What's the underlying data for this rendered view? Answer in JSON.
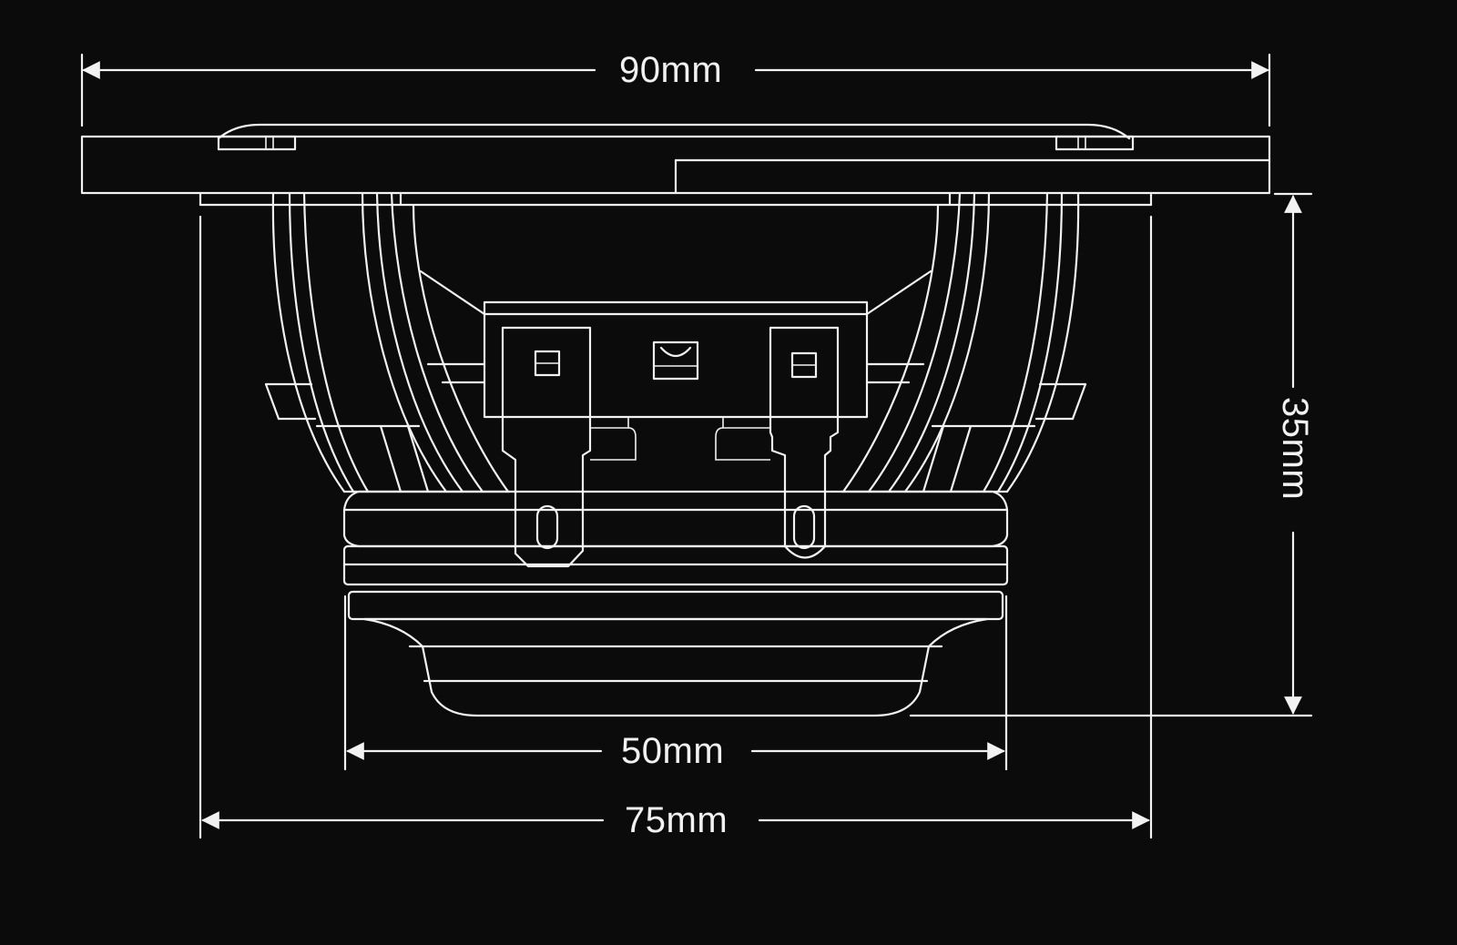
{
  "dimensions": {
    "overall_width": "90mm",
    "basket_width": "75mm",
    "magnet_width": "50mm",
    "depth": "35mm"
  },
  "colors": {
    "background": "#0b0b0b",
    "line": "#f2f2f2"
  }
}
